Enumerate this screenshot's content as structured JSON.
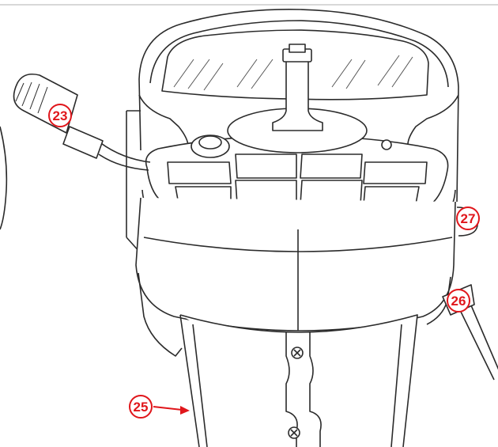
{
  "callouts": [
    {
      "id": "23",
      "label": "23"
    },
    {
      "id": "27",
      "label": "27"
    },
    {
      "id": "26",
      "label": "26"
    },
    {
      "id": "25",
      "label": "25"
    }
  ],
  "colors": {
    "line": "#2b2b2b",
    "callout": "#e0161b",
    "background": "#ffffff",
    "rule": "#d8d8d8"
  }
}
